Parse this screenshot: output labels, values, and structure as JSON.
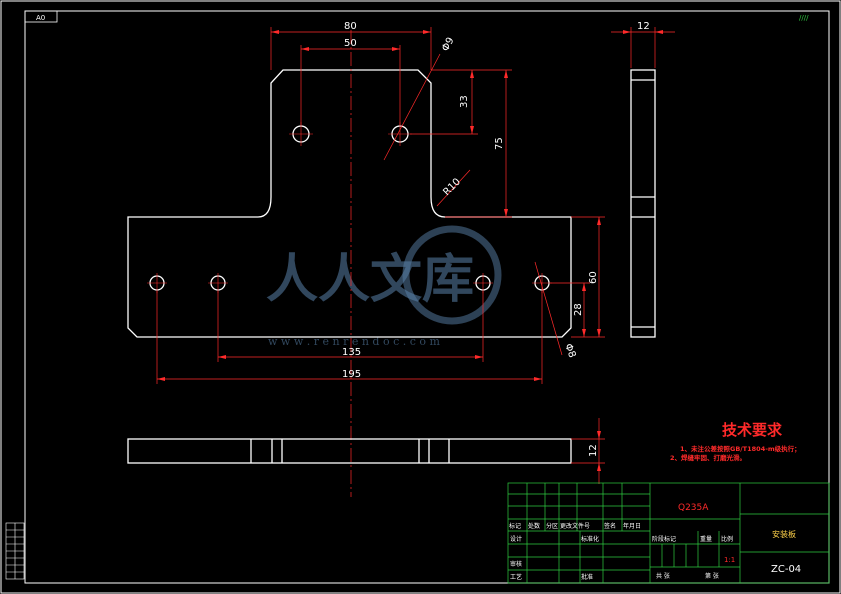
{
  "sheet": {
    "size_label": "A0",
    "corner_mark": "////"
  },
  "dimensions": {
    "top_width": "80",
    "hole_spacing_top": "50",
    "hole_dia_top": "Φ9",
    "hole_offset": "33",
    "top_height": "75",
    "fillet_radius": "R10",
    "bottom_hole_spacing_inner": "135",
    "bottom_hole_spacing_outer": "195",
    "base_height": "60",
    "base_hole_height": "28",
    "hole_dia_bottom": "Φ8",
    "side_thickness": "12",
    "bottom_view_thickness": "12"
  },
  "watermark": {
    "text_cn": "人人文库",
    "text_url": "w w w . r e n r e n d o c . c o m"
  },
  "tech_requirements": {
    "title": "技术要求",
    "line1": "1、未注公差按照GB/T1804-m级执行；",
    "line2": "2、焊缝牢固、打磨光滑。"
  },
  "title_block": {
    "material": "Q235A",
    "part_name": "安装板",
    "drawing_no": "ZC-04",
    "scale": "1:1",
    "header_labels": [
      "标记",
      "处数",
      "分区",
      "更改文件号",
      "签名",
      "年月日"
    ],
    "row_labels": [
      "设计",
      "审核",
      "工艺"
    ],
    "col_labels": [
      "标准化",
      "批准"
    ],
    "mid_row_labels": [
      "阶段标记",
      "重量",
      "比例"
    ],
    "bottom_labels": [
      "共 张",
      "第 张"
    ]
  },
  "colors": {
    "background": "#000000",
    "outline": "#ffffff",
    "dimension": "#ff2a2a",
    "frame": "#ffffff",
    "title_block": "#2ecc40",
    "tech_title": "#ff2a2a",
    "tech_text": "#ff2a2a",
    "watermark": "#5a82aa"
  }
}
